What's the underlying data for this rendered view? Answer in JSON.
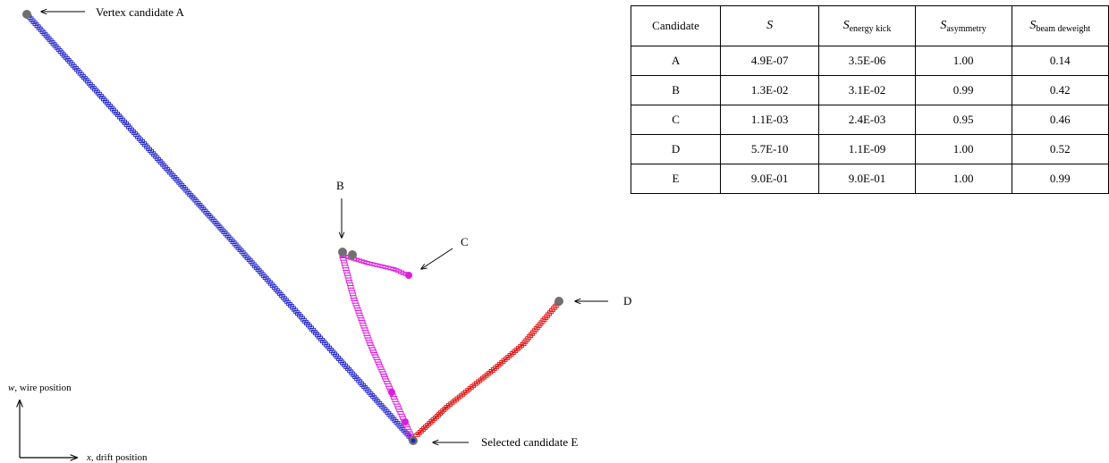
{
  "annotations": {
    "vertex_a": "Vertex candidate A",
    "b": "B",
    "c": "C",
    "d": "D",
    "selected_e": "Selected candidate E"
  },
  "axes": {
    "w_var": "w",
    "w_text": ", wire position",
    "x_var": "x",
    "x_text": ", drift position"
  },
  "colors": {
    "track_a": "#1f22c8",
    "track_bc": "#dd1ddd",
    "track_d": "#e01010",
    "vertex_marker": "#707070"
  },
  "table": {
    "headers": [
      {
        "main": "Candidate",
        "sub": ""
      },
      {
        "main": "S",
        "sub": ""
      },
      {
        "main": "S",
        "sub": "energy kick"
      },
      {
        "main": "S",
        "sub": "asymmetry"
      },
      {
        "main": "S",
        "sub": "beam deweight"
      }
    ],
    "rows": [
      [
        "A",
        "4.9E-07",
        "3.5E-06",
        "1.00",
        "0.14"
      ],
      [
        "B",
        "1.3E-02",
        "3.1E-02",
        "0.99",
        "0.42"
      ],
      [
        "C",
        "1.1E-03",
        "2.4E-03",
        "0.95",
        "0.46"
      ],
      [
        "D",
        "5.7E-10",
        "1.1E-09",
        "1.00",
        "0.52"
      ],
      [
        "E",
        "9.0E-01",
        "9.0E-01",
        "1.00",
        "0.99"
      ]
    ]
  }
}
